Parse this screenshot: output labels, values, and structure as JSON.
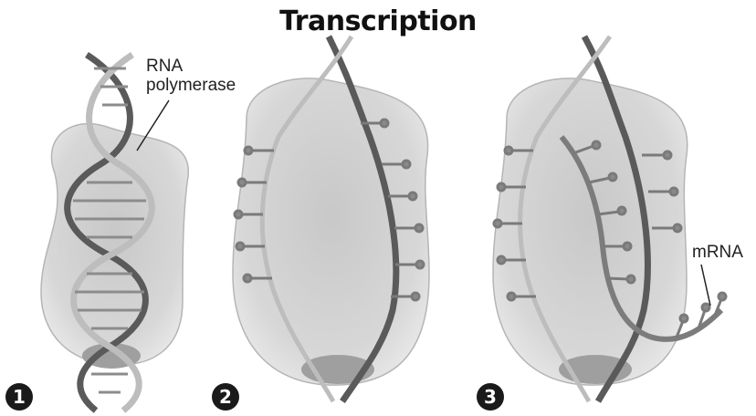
{
  "title": "Transcription",
  "labels": {
    "enzyme_line1": "RNA",
    "enzyme_line2": "polymerase",
    "mrna": "mRNA"
  },
  "steps": [
    "1",
    "2",
    "3"
  ],
  "colors": {
    "enzyme_fill": "#cfcfcf",
    "enzyme_shadow": "#a9a9a9",
    "dna_strand_dark": "#5a5a5a",
    "dna_strand_light": "#bdbdbd",
    "mrna_strand": "#7c7c7c"
  }
}
